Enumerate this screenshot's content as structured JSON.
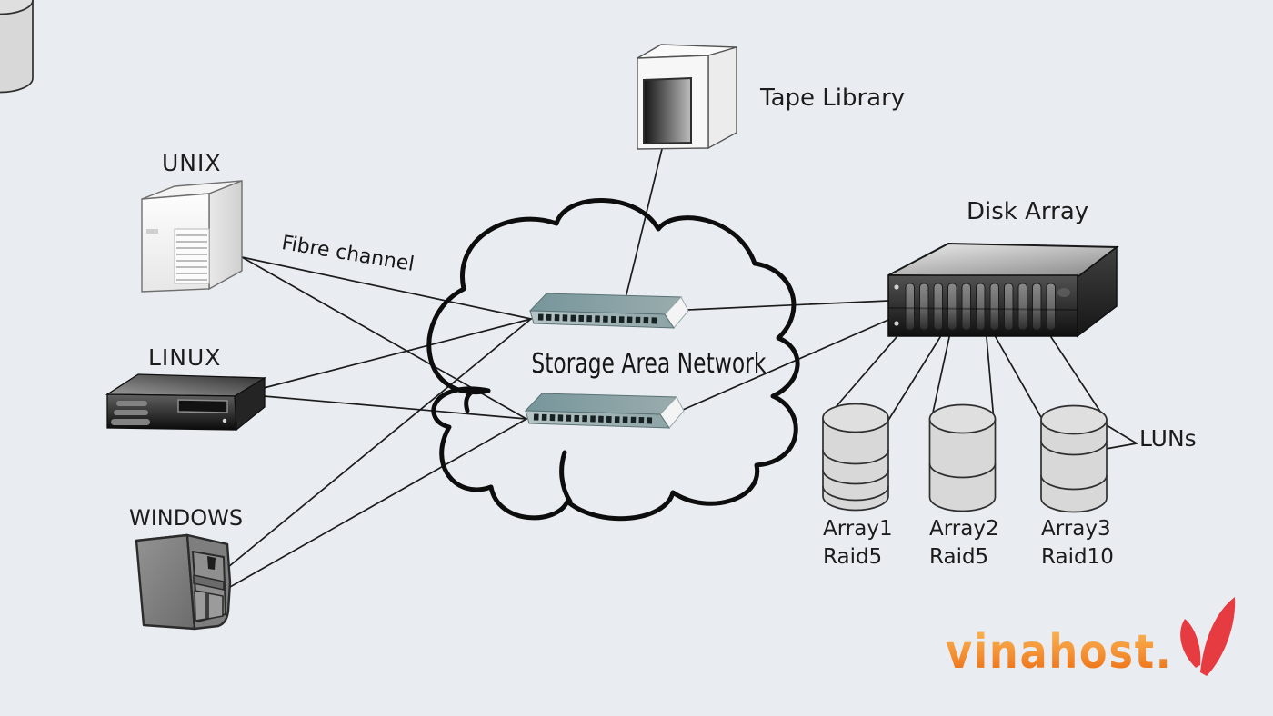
{
  "background_color": "#e9edf1",
  "palette": {
    "line": "#1c1c1c",
    "cloud_stroke": "#0d0d0d",
    "switch_teal": "#8ea4a6",
    "logo_orange_top": "#f9ae4e",
    "logo_orange_bottom": "#ee7318",
    "logo_red": "#e63b41"
  },
  "nodes": {
    "unix": {
      "label": "UNIX",
      "type": "server-tower"
    },
    "linux": {
      "label": "LINUX",
      "type": "rack-server"
    },
    "windows": {
      "label": "WINDOWS",
      "type": "desktop-tower"
    },
    "tape_library": {
      "label": "Tape Library",
      "type": "tape-library"
    },
    "san_cloud": {
      "label": "Storage Area Network",
      "switch_count": 2
    },
    "disk_array": {
      "label": "Disk Array"
    },
    "luns": {
      "label": "LUNs"
    }
  },
  "link_labels": {
    "fibre_channel": "Fibre channel"
  },
  "storage_arrays": [
    {
      "name": "Array1",
      "raid": "Raid5"
    },
    {
      "name": "Array2",
      "raid": "Raid5"
    },
    {
      "name": "Array3",
      "raid": "Raid10"
    }
  ],
  "connections": [
    {
      "from": "UNIX",
      "to": "SAN switch 1",
      "label": "Fibre channel"
    },
    {
      "from": "UNIX",
      "to": "SAN switch 2",
      "label": "Fibre channel"
    },
    {
      "from": "LINUX",
      "to": "SAN switch 1",
      "label": "Fibre channel"
    },
    {
      "from": "LINUX",
      "to": "SAN switch 2",
      "label": "Fibre channel"
    },
    {
      "from": "WINDOWS",
      "to": "SAN switch 1",
      "label": "Fibre channel"
    },
    {
      "from": "WINDOWS",
      "to": "SAN switch 2",
      "label": "Fibre channel"
    },
    {
      "from": "Tape Library",
      "to": "SAN switch 1"
    },
    {
      "from": "SAN switch 1",
      "to": "Disk Array"
    },
    {
      "from": "SAN switch 2",
      "to": "Disk Array"
    },
    {
      "from": "Disk Array",
      "to": "Array1"
    },
    {
      "from": "Disk Array",
      "to": "Array2"
    },
    {
      "from": "Disk Array",
      "to": "Array3"
    },
    {
      "from": "Array3",
      "to": "LUNs"
    }
  ],
  "logo": {
    "text": "vinahost."
  }
}
